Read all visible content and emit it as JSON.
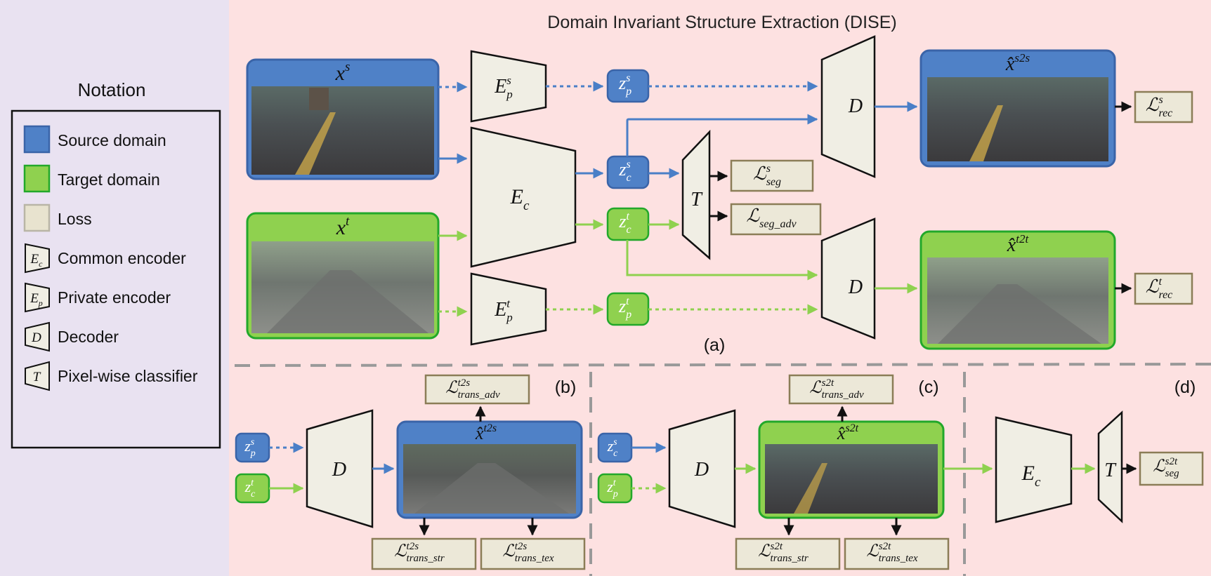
{
  "title": "Domain Invariant Structure Extraction (DISE)",
  "notation": {
    "heading": "Notation",
    "items": [
      {
        "kind": "swatch",
        "color": "#4f81c7",
        "label": "Source domain"
      },
      {
        "kind": "swatch",
        "color": "#8fd14f",
        "label": "Target  domain"
      },
      {
        "kind": "swatch",
        "color": "#e8e3cf",
        "label": "Loss"
      },
      {
        "kind": "encoder",
        "symbol": "E",
        "sub": "c",
        "label": "Common encoder"
      },
      {
        "kind": "encoder",
        "symbol": "E",
        "sub": "p",
        "label": "Private encoder"
      },
      {
        "kind": "decoder",
        "symbol": "D",
        "label": "Decoder"
      },
      {
        "kind": "classifier",
        "symbol": "T",
        "label": "Pixel-wise classifier"
      }
    ]
  },
  "colors": {
    "source": "#4f81c7",
    "source_border": "#3a64a8",
    "target": "#8fd14f",
    "target_border": "#22a82a",
    "loss_fill": "#ece8d8",
    "loss_border": "#8b7d57",
    "block_fill": "#f0eee4",
    "bg_main": "#fde1e1",
    "bg_notation": "#e9e2f1",
    "arrow_blue": "#4a7fc7",
    "arrow_green": "#8fd14f"
  },
  "panels": {
    "a": {
      "label": "(a)",
      "x_s": "x",
      "x_s_sup": "s",
      "x_t": "x",
      "x_t_sup": "t",
      "E_p_s": {
        "base": "E",
        "sub": "p",
        "sup": "s"
      },
      "E_p_t": {
        "base": "E",
        "sub": "p",
        "sup": "t"
      },
      "E_c": {
        "base": "E",
        "sub": "c"
      },
      "z_p_s": {
        "base": "z",
        "sub": "p",
        "sup": "s"
      },
      "z_c_s": {
        "base": "z",
        "sub": "c",
        "sup": "s"
      },
      "z_c_t": {
        "base": "z",
        "sub": "c",
        "sup": "t"
      },
      "z_p_t": {
        "base": "z",
        "sub": "p",
        "sup": "t"
      },
      "T": "T",
      "D": "D",
      "x_hat_s2s": {
        "base": "x̂",
        "sup": "s2s"
      },
      "x_hat_t2t": {
        "base": "x̂",
        "sup": "t2t"
      },
      "loss_seg": {
        "base": "ℒ",
        "sub": "seg",
        "sup": "s"
      },
      "loss_seg_adv": {
        "base": "ℒ",
        "sub": "seg_adv"
      },
      "loss_rec_s": {
        "base": "ℒ",
        "sub": "rec",
        "sup": "s"
      },
      "loss_rec_t": {
        "base": "ℒ",
        "sub": "rec",
        "sup": "t"
      }
    },
    "b": {
      "label": "(b)",
      "z_p_s": {
        "base": "z",
        "sub": "p",
        "sup": "s"
      },
      "z_c_t": {
        "base": "z",
        "sub": "c",
        "sup": "t"
      },
      "D": "D",
      "x_hat": {
        "base": "x̂",
        "sup": "t2s"
      },
      "loss_adv": {
        "base": "ℒ",
        "sub": "trans_adv",
        "sup": "t2s"
      },
      "loss_str": {
        "base": "ℒ",
        "sub": "trans_str",
        "sup": "t2s"
      },
      "loss_tex": {
        "base": "ℒ",
        "sub": "trans_tex",
        "sup": "t2s"
      }
    },
    "c": {
      "label": "(c)",
      "z_c_s": {
        "base": "z",
        "sub": "c",
        "sup": "s"
      },
      "z_p_t": {
        "base": "z",
        "sub": "p",
        "sup": "t"
      },
      "D": "D",
      "x_hat": {
        "base": "x̂",
        "sup": "s2t"
      },
      "loss_adv": {
        "base": "ℒ",
        "sub": "trans_adv",
        "sup": "s2t"
      },
      "loss_str": {
        "base": "ℒ",
        "sub": "trans_str",
        "sup": "s2t"
      },
      "loss_tex": {
        "base": "ℒ",
        "sub": "trans_tex",
        "sup": "s2t"
      }
    },
    "d": {
      "label": "(d)",
      "E_c": {
        "base": "E",
        "sub": "c"
      },
      "T": "T",
      "loss_seg": {
        "base": "ℒ",
        "sub": "seg",
        "sup": "s2t"
      }
    }
  }
}
